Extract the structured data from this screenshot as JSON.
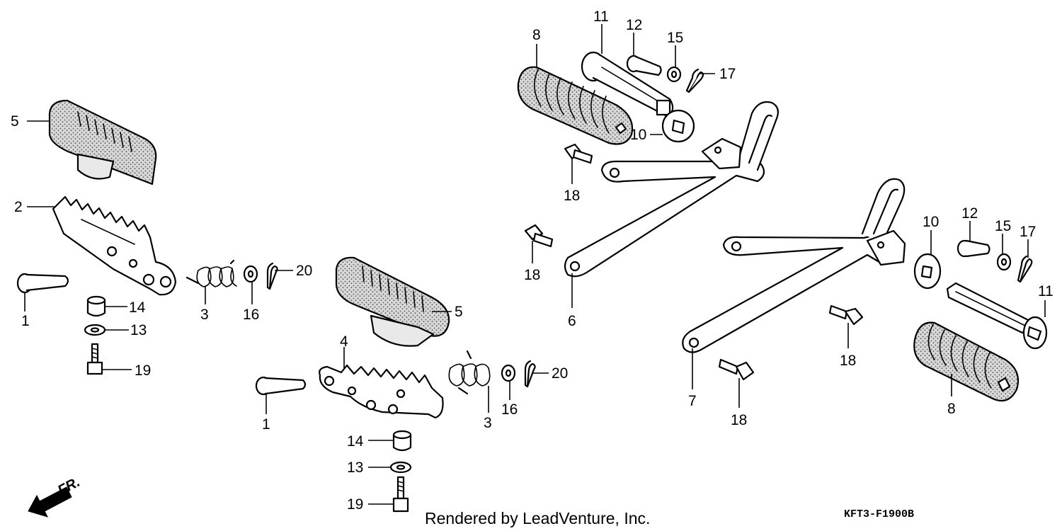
{
  "diagram": {
    "labels": {
      "left_peg_rubber": "5",
      "left_peg_bracket": "2",
      "left_pin": "1",
      "left_collar": "14",
      "left_washer": "13",
      "left_bolt": "19",
      "left_spring": "3",
      "left_washer_small": "16",
      "left_cotter": "20",
      "mid_peg_rubber": "5",
      "mid_peg_bracket": "4",
      "mid_pin": "1",
      "mid_collar": "14",
      "mid_washer": "13",
      "mid_bolt": "19",
      "mid_spring": "3",
      "mid_washer_small": "16",
      "mid_cotter": "20",
      "rear_r_rubber": "8",
      "rear_r_peg": "11",
      "rear_r_pin": "12",
      "rear_r_washer": "15",
      "rear_r_cotter": "17",
      "rear_r_plate": "10",
      "rear_r_bolt_a": "18",
      "rear_r_bolt_b": "18",
      "rear_r_bracket": "6",
      "rear_l_plate": "10",
      "rear_l_pin": "12",
      "rear_l_washer": "15",
      "rear_l_cotter": "17",
      "rear_l_peg": "11",
      "rear_l_bolt_a": "18",
      "rear_l_bolt_b": "18",
      "rear_l_rubber": "8",
      "rear_l_bracket": "7"
    },
    "front_indicator": "FR.",
    "footer_text": "Rendered by LeadVenture, Inc.",
    "diagram_code": "KFT3-F1900B"
  }
}
